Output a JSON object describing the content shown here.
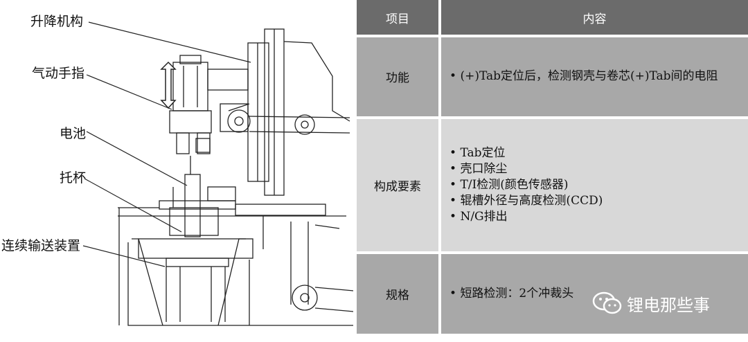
{
  "diagram": {
    "callouts": {
      "lift": "升降机构",
      "finger": "气动手指",
      "battery": "电池",
      "cup": "托杯",
      "conveyor": "连续输送装置"
    }
  },
  "table": {
    "header": {
      "item": "项目",
      "content": "内容"
    },
    "rows": [
      {
        "label": "功能",
        "bullets": [
          "(+)Tab定位后，检测钢壳与卷芯(+)Tab间的电阻"
        ]
      },
      {
        "label": "构成要素",
        "bullets": [
          "Tab定位",
          "壳口除尘",
          "T/I检测(颜色传感器)",
          "辊槽外径与高度检测(CCD)",
          "N/G排出"
        ]
      },
      {
        "label": "规格",
        "bullets": [
          "短路检测：2个冲裁头"
        ]
      }
    ]
  },
  "watermark": {
    "text": "锂电那些事",
    "icon": "wechat-icon"
  }
}
